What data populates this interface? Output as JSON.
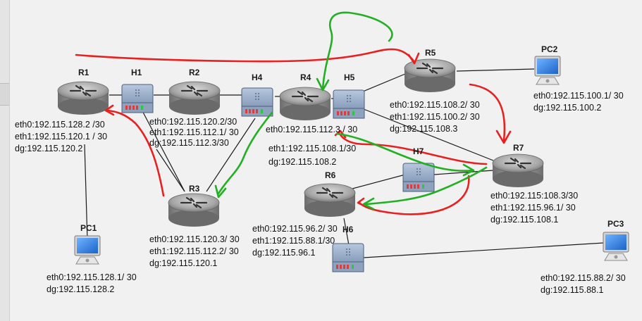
{
  "routers": {
    "R1": {
      "name": "R1",
      "lines": [
        "eth0:192.115.128.2 /30",
        "eth1:192.115.120.1 / 30",
        "dg:192.115.120.2"
      ]
    },
    "R2": {
      "name": "R2",
      "lines": [
        "eth0:192.115.120.2/30",
        "eth1:192.115.112.1/ 30",
        "dg:192.115.112.3/30"
      ]
    },
    "R3": {
      "name": "R3",
      "lines": [
        "eth0:192.115.120.3/ 30",
        "eth1:192.115.112.2/ 30",
        "dg:192.115.120.1"
      ]
    },
    "R4": {
      "name": "R4",
      "lines": [
        "eth0:192.115.112.3 / 30",
        "eth1:192.115.108.1/30",
        "dg:192.115.108.2"
      ]
    },
    "R5": {
      "name": "R5",
      "lines": [
        "eth0:192.115.108.2/ 30",
        "eth1:192.115.100.2/ 30",
        "dg:192.115.108.3"
      ]
    },
    "R6": {
      "name": "R6",
      "lines": [
        "eth0:192.115.96.2/ 30",
        "eth1:192.115.88.1/30",
        "dg:192.115.96.1"
      ]
    },
    "R7": {
      "name": "R7",
      "lines": [
        "eth0:192.115:108.3/30",
        "eth1:192.115.96.1/ 30",
        "dg:192.115.108.1"
      ]
    }
  },
  "hubs": {
    "H1": {
      "name": "H1"
    },
    "H4": {
      "name": "H4"
    },
    "H5": {
      "name": "H5"
    },
    "H6": {
      "name": "H6"
    },
    "H7": {
      "name": "H7"
    }
  },
  "pcs": {
    "PC1": {
      "name": "PC1",
      "lines": [
        "eth0:192.115.128.1/ 30",
        "dg:192.115.128.2"
      ]
    },
    "PC2": {
      "name": "PC2",
      "lines": [
        "eth0:192.115.100.1/ 30",
        "dg:192.115.100.2"
      ]
    },
    "PC3": {
      "name": "PC3",
      "lines": [
        "eth0:192.115.88.2/ 30",
        "dg:192.115.88.1"
      ]
    }
  },
  "colors": {
    "red_arrow": "#e8201f",
    "green_arrow": "#22b022",
    "link": "#1a1a1a",
    "router_body": "#8e8e8e",
    "hub_body": "#8da4c4",
    "pc_screen": "#2a7de1"
  },
  "icons": {
    "router": "router-icon",
    "hub": "hub-icon",
    "pc": "pc-icon"
  }
}
